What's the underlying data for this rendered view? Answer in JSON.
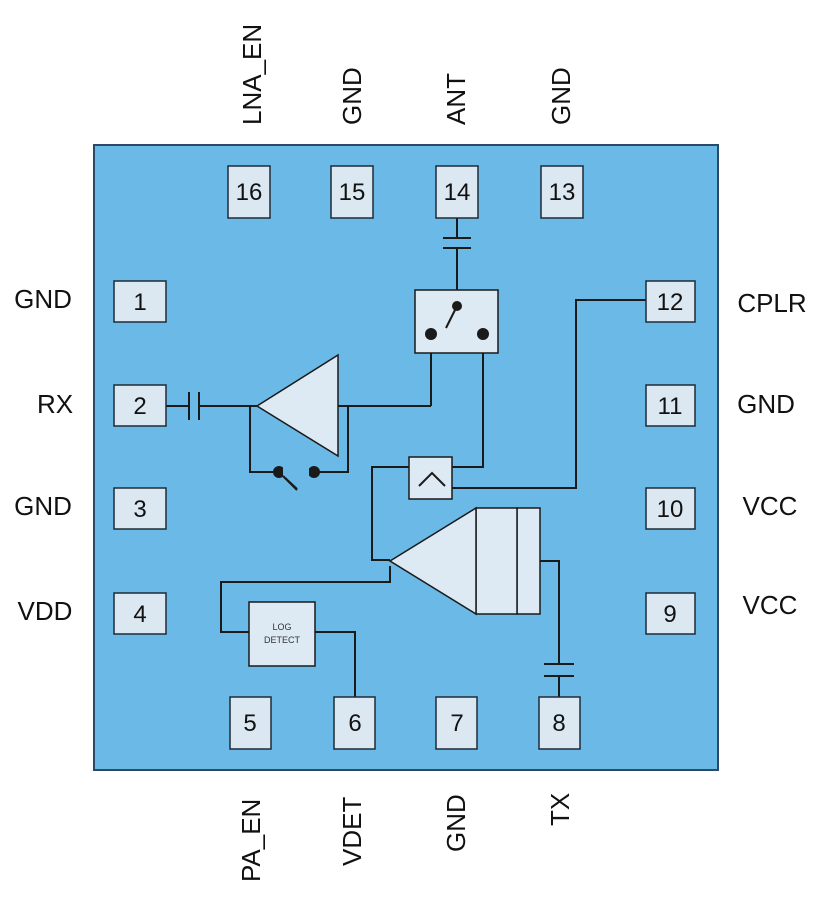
{
  "pins": {
    "p1": {
      "num": "1",
      "label": "GND"
    },
    "p2": {
      "num": "2",
      "label": "RX"
    },
    "p3": {
      "num": "3",
      "label": "GND"
    },
    "p4": {
      "num": "4",
      "label": "VDD"
    },
    "p5": {
      "num": "5",
      "label": "PA_EN"
    },
    "p6": {
      "num": "6",
      "label": "VDET"
    },
    "p7": {
      "num": "7",
      "label": "GND"
    },
    "p8": {
      "num": "8",
      "label": "TX"
    },
    "p9": {
      "num": "9",
      "label": "VCC"
    },
    "p10": {
      "num": "10",
      "label": "VCC"
    },
    "p11": {
      "num": "11",
      "label": "GND"
    },
    "p12": {
      "num": "12",
      "label": "CPLR"
    },
    "p13": {
      "num": "13",
      "label": "GND"
    },
    "p14": {
      "num": "14",
      "label": "ANT"
    },
    "p15": {
      "num": "15",
      "label": "GND"
    },
    "p16": {
      "num": "16",
      "label": "LNA_EN"
    }
  },
  "log_detect": {
    "line1": "LOG",
    "line2": "DETECT"
  },
  "colors": {
    "chip_body": "#6bb9e6",
    "pad": "#dbe8f2",
    "component": "#dde9f3"
  }
}
